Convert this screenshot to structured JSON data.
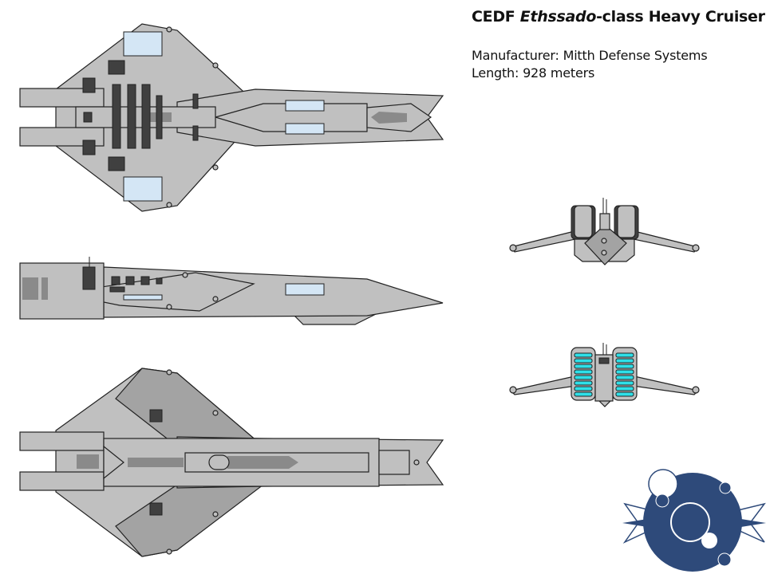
{
  "title": {
    "prefix": "CEDF ",
    "class_name": "Ethssado",
    "suffix": "-class Heavy Cruiser"
  },
  "specs": {
    "manufacturer": "Manufacturer: Mitth Defense Systems",
    "length": "Length: 928 meters"
  },
  "views": [
    "top-view",
    "side-view",
    "bottom-view",
    "front-view",
    "rear-view"
  ],
  "colors": {
    "hull": "#c0c0c0",
    "hull_dark": "#a3a3a3",
    "window": "#d4e6f5",
    "engine_glow": "#2ee0e8",
    "logo": "#2e4a7a"
  },
  "logo": {
    "icon": "faction-emblem"
  }
}
